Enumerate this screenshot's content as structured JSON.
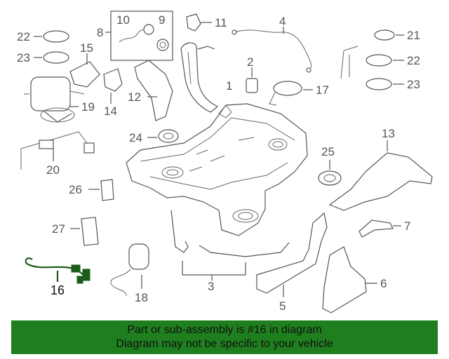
{
  "diagram": {
    "callouts": {
      "c1": "1",
      "c2": "2",
      "c3": "3",
      "c4": "4",
      "c5": "5",
      "c6": "6",
      "c7": "7",
      "c8": "8",
      "c9": "9",
      "c10": "10",
      "c11": "11",
      "c12": "12",
      "c13": "13",
      "c14": "14",
      "c15": "15",
      "c16": "16",
      "c17": "17",
      "c18": "18",
      "c19": "19",
      "c20": "20",
      "c21": "21",
      "c22a": "22",
      "c22b": "22",
      "c23a": "23",
      "c23b": "23",
      "c24": "24",
      "c25": "25",
      "c26": "26",
      "c27": "27"
    },
    "highlighted_part": "16",
    "highlight_color": "#1a5c1a"
  },
  "footer": {
    "line1": "Part or sub-assembly is #16 in diagram",
    "line2": "Diagram may not be specific to your vehicle",
    "background_color": "#1f7f1f"
  }
}
